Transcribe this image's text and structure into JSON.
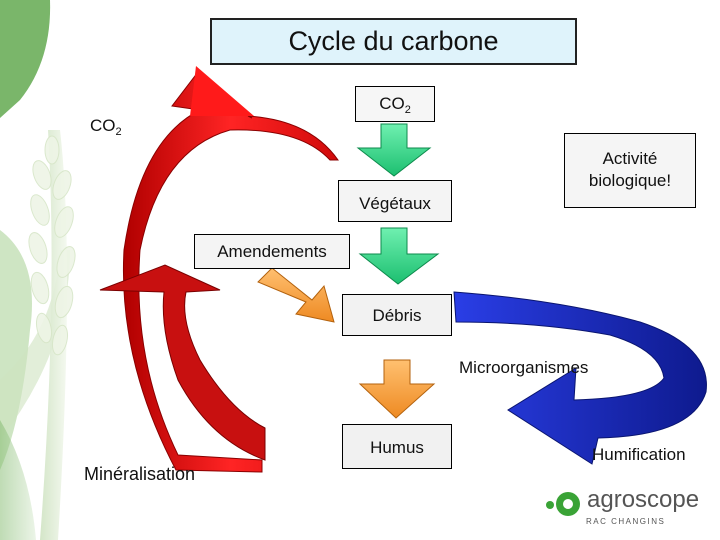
{
  "diagram": {
    "title": "Cycle du carbone",
    "nodes": {
      "co2_top": {
        "main": "CO",
        "sub": "2"
      },
      "co2_left": {
        "main": "CO",
        "sub": "2"
      },
      "vegetaux": "Végétaux",
      "activite_line1": "Activité",
      "activite_line2": "biologique!",
      "amendements": "Amendements",
      "debris": "Débris",
      "microorganismes": "Microorganismes",
      "humus": "Humus",
      "humification": "Humification",
      "mineralisation": "Minéralisation"
    }
  },
  "logo": {
    "name": "agroscope",
    "sub": "RAC CHANGINS"
  },
  "colors": {
    "title_bg": "#dff3fb",
    "red_arrow": "#e41414",
    "dark_red_arrow": "#b80c0c",
    "green_arrow": "#2fd688",
    "orange_arrow": "#f6a23a",
    "blue_arrow": "#1b2fd0",
    "logo_green": "#3aa336",
    "plant_green": "#8fc37a"
  },
  "icons": [
    "wheat-ear-image",
    "agroscope-logo-icon"
  ]
}
